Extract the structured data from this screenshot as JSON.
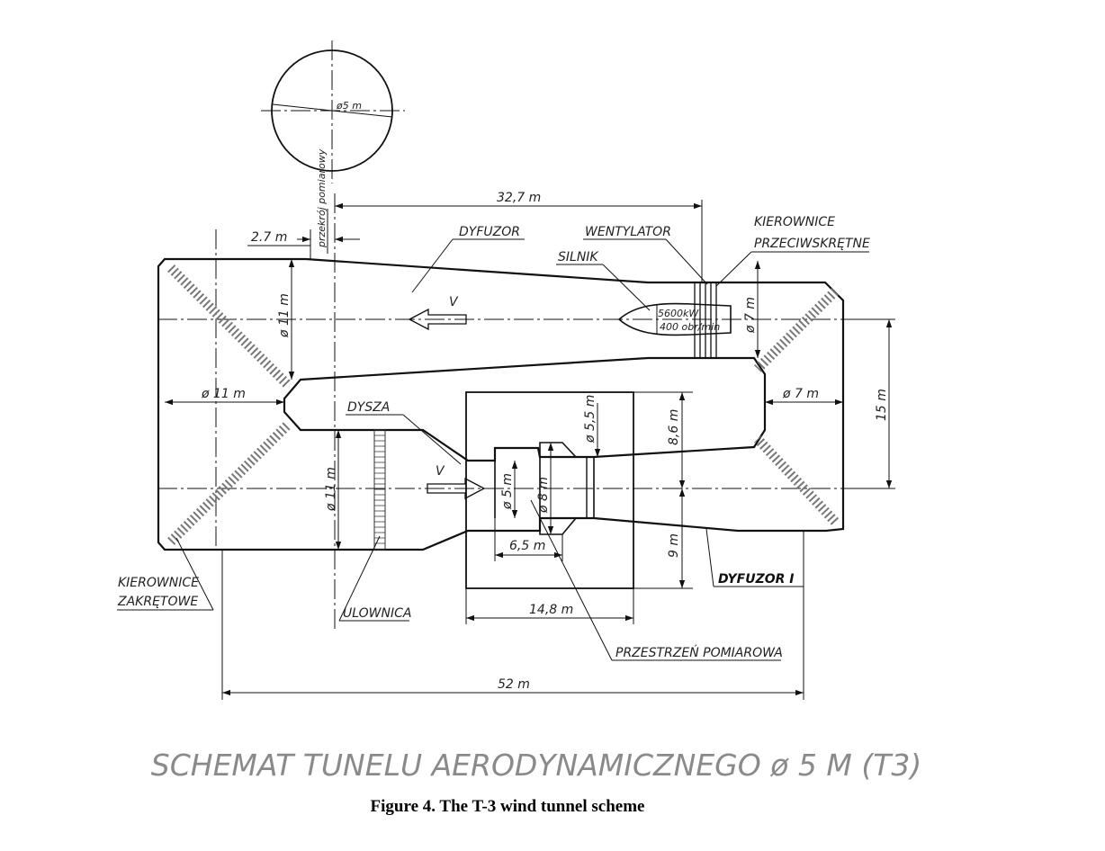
{
  "title": "SCHEMAT TUNELU AERODYNAMICZNEGO ø 5 M (T3)",
  "caption": "Figure 4. The T-3 wind tunnel scheme",
  "labels": {
    "dyfuzor": "DYFUZOR",
    "wentylator": "WENTYLATOR",
    "silnik": "SILNIK",
    "kierownice_przeciwskretne_1": "KIEROWNICE",
    "kierownice_przeciwskretne_2": "PRZECIWSKRĘTNE",
    "dysza": "DYSZA",
    "dyfuzor_1": "DYFUZOR I",
    "kierownice_zakretowe_1": "KIEROWNICE",
    "kierownice_zakretowe_2": "ZAKRĘTOWE",
    "ulownica": "ULOWNICA",
    "przestrzen_pomiarowa": "PRZESTRZEŃ POMIAROWA",
    "przekroj": "przekrój pomiarowy",
    "flow_symbol": "V",
    "motor_power": "5600kW",
    "motor_speed": "400 obr/min",
    "circle_dim": "ø5 m"
  },
  "dimensions": {
    "d_32_7": "32,7 m",
    "d_2_7": "2.7 m",
    "d_11_upper": "ø 11 m",
    "d_11_left": "ø 11 m",
    "d_11_lower": "ø 11 m",
    "d_7_fan": "ø 7 m",
    "d_7_right": "ø 7 m",
    "d_15": "15 m",
    "d_8_6": "8,6 m",
    "d_9": "9 m",
    "d_5_5": "ø 5,5 m",
    "d_5": "ø 5 m",
    "d_8": "ø 8 m",
    "d_6_5": "6,5 m",
    "d_14_8": "14,8 m",
    "d_52": "52 m"
  },
  "colors": {
    "line": "#111111",
    "title": "#8a8a8a",
    "vanes": "#777777"
  }
}
